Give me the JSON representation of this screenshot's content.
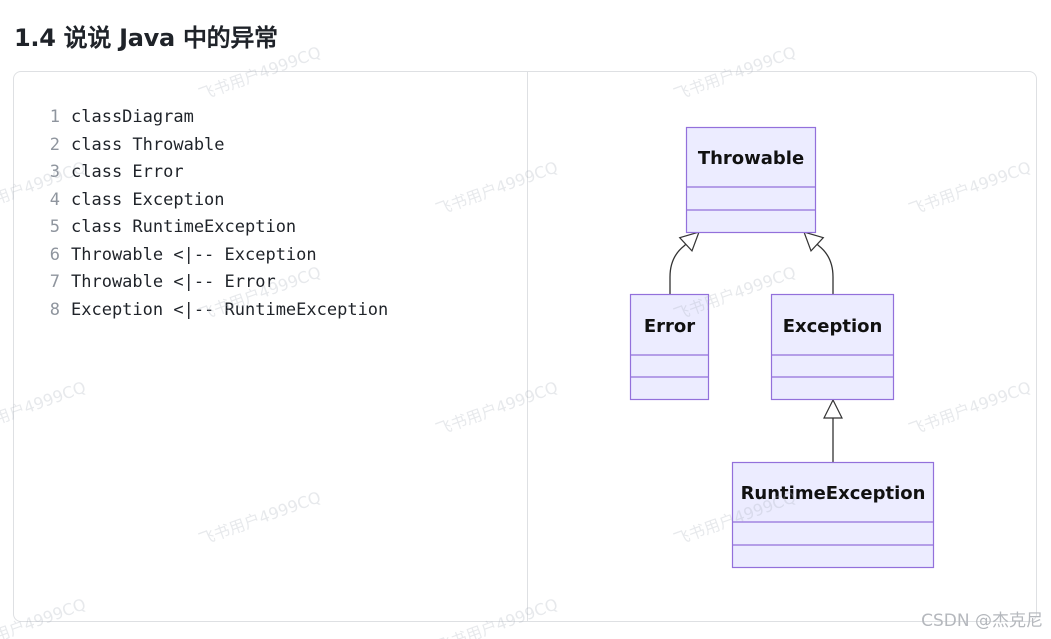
{
  "heading": "1.4 说说 Java 中的异常",
  "code": {
    "lines": [
      {
        "num": "1",
        "text": "classDiagram"
      },
      {
        "num": "2",
        "text": "class Throwable"
      },
      {
        "num": "3",
        "text": "class Error"
      },
      {
        "num": "4",
        "text": "class Exception"
      },
      {
        "num": "5",
        "text": "class RuntimeException"
      },
      {
        "num": "6",
        "text": "Throwable <|-- Exception"
      },
      {
        "num": "7",
        "text": "Throwable <|-- Error"
      },
      {
        "num": "8",
        "text": "Exception <|-- RuntimeException"
      }
    ]
  },
  "diagram": {
    "classes": {
      "throwable": "Throwable",
      "error": "Error",
      "exception": "Exception",
      "runtime": "RuntimeException"
    },
    "relations": [
      {
        "parent": "Throwable",
        "child": "Exception"
      },
      {
        "parent": "Throwable",
        "child": "Error"
      },
      {
        "parent": "Exception",
        "child": "RuntimeException"
      }
    ],
    "colors": {
      "box_fill": "#ECECFF",
      "box_stroke": "#9370DB",
      "edge": "#333333"
    }
  },
  "watermark": "飞书用户4999CQ",
  "credit": "CSDN @杰克尼"
}
